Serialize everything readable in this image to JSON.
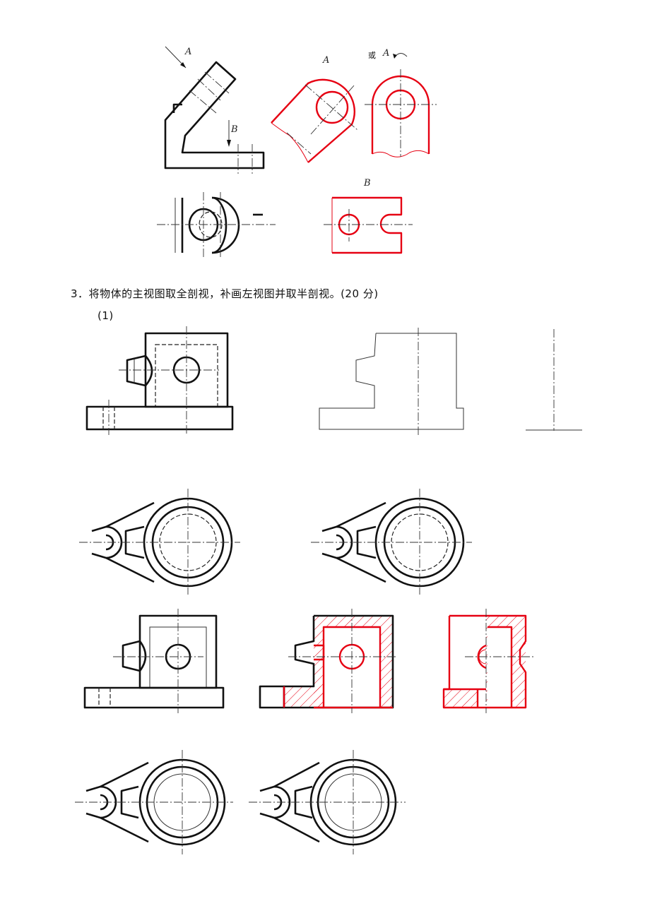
{
  "labels": {
    "view_a": "A",
    "view_a_rotated": "A",
    "rotated_mark": "或",
    "view_b_arrow": "B",
    "view_b_title": "B",
    "arrow_a": "A"
  },
  "question": {
    "number": "3",
    "text": "将物体的主视图取全剖视，补画左视图并取半剖视。(20 分)",
    "sub": "(1)"
  },
  "colors": {
    "answer": "#e60012",
    "line": "#111111"
  }
}
